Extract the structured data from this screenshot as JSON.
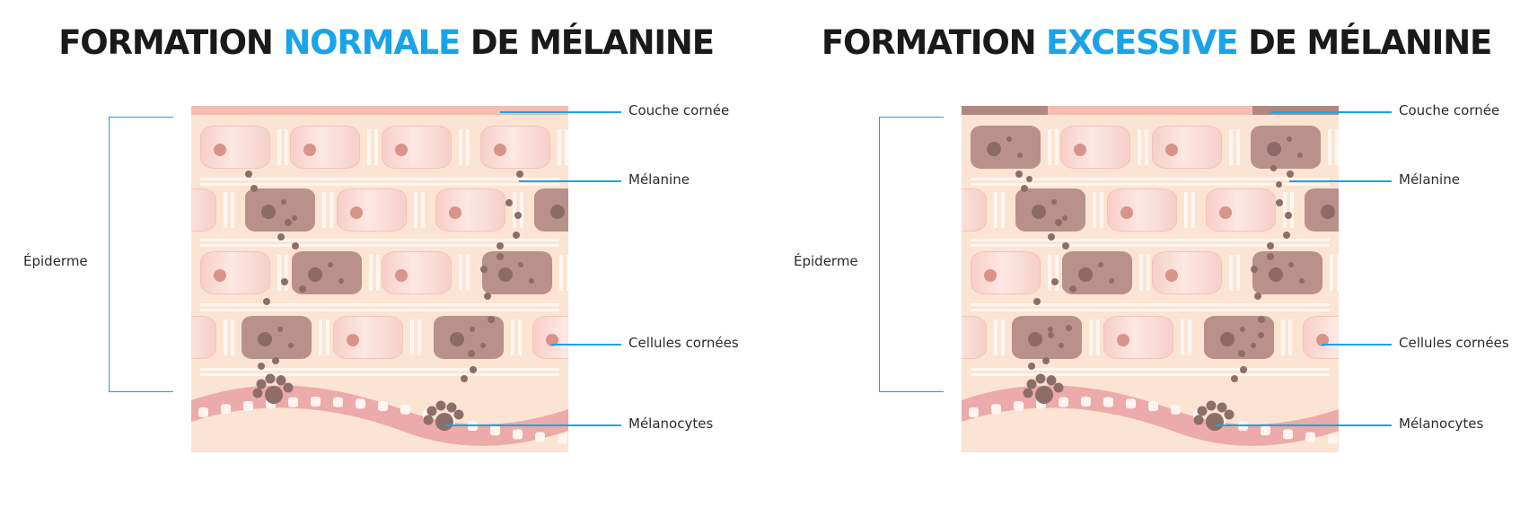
{
  "left": {
    "heading_part1": "FORMATION ",
    "heading_accent": "NORMALE",
    "heading_part2": " DE MÉLANINE",
    "labels": {
      "epiderme": "Épiderme",
      "couche_cornee": "Couche cornée",
      "melanine": "Mélanine",
      "cellules_cornees": "Cellules cornées",
      "melanocytes": "Mélanocytes"
    }
  },
  "right": {
    "heading_part1": "FORMATION ",
    "heading_accent": "EXCESSIVE",
    "heading_part2": " DE MÉLANINE",
    "labels": {
      "epiderme": "Épiderme",
      "couche_cornee": "Couche cornée",
      "melanine": "Mélanine",
      "cellules_cornees": "Cellules cornées",
      "melanocytes": "Mélanocytes"
    }
  },
  "colors": {
    "accent": "#1aa3e8",
    "heading": "#1a1a1a",
    "skin_bg": "#fbe4d3",
    "pigmented_cell": "#b8918a",
    "melanin": "#8e6d68",
    "basal_layer": "#ecaaaa"
  }
}
